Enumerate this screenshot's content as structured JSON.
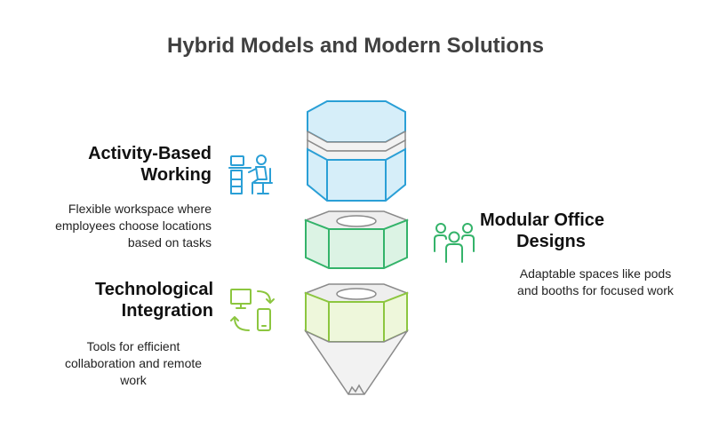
{
  "title": "Hybrid Models and Modern Solutions",
  "items": [
    {
      "heading_line1": "Activity-Based",
      "heading_line2": "Working",
      "description_lines": [
        "Flexible workspace where",
        "employees choose locations",
        "based on tasks"
      ],
      "icon": "person-at-desk-icon",
      "color": "#2a9fd6"
    },
    {
      "heading_line1": "Modular Office",
      "heading_line2": "Designs",
      "description_lines": [
        "Adaptable spaces like pods",
        "and booths for focused work"
      ],
      "icon": "people-group-icon",
      "color": "#34b36a"
    },
    {
      "heading_line1": "Technological",
      "heading_line2": "Integration",
      "description_lines": [
        "Tools for efficient",
        "collaboration and remote",
        "work"
      ],
      "icon": "devices-sync-icon",
      "color": "#8cc63f"
    }
  ],
  "colors": {
    "blue": "#2a9fd6",
    "blue_fill": "#d6eef9",
    "green": "#34b36a",
    "green_fill": "#dcf3e4",
    "lime": "#8cc63f",
    "lime_fill": "#eef7db",
    "gray": "#8a8a8a",
    "gray_fill": "#eeeeee"
  }
}
